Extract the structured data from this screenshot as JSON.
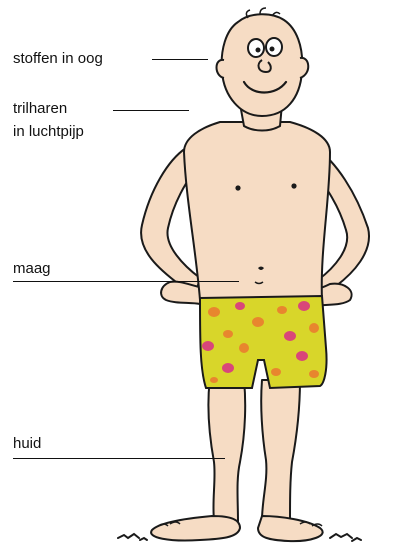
{
  "labels": {
    "eye": "stoffen in oog",
    "trachea_line1": "trilharen",
    "trachea_line2": "in luchtpijp",
    "stomach": "maag",
    "skin": "huid"
  },
  "colors": {
    "skin": "#f6dcc4",
    "outline": "#1a1a1a",
    "shorts": "#d8d62a",
    "dot_orange": "#e8862e",
    "dot_pink": "#d9467a",
    "text": "#111111"
  }
}
